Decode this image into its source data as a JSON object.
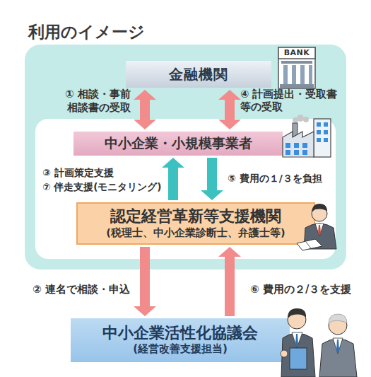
{
  "diagram": {
    "title": "利用のイメージ",
    "nodes": [
      {
        "text": [
          "金融機関"
        ]
      },
      {
        "text": [
          "中小企業・小規模事業者"
        ]
      },
      {
        "text": [
          "認定経営革新等支援機関",
          "(税理士、中小企業診断士、弁護士等)"
        ]
      },
      {
        "text": [
          "中小企業活性化協議会",
          "(経営改善支援担当)"
        ]
      }
    ],
    "edges": [
      {
        "from": 0,
        "to": 1,
        "arrow": "both",
        "label": "① 相談・事前 相談書の受取"
      },
      {
        "from": 0,
        "to": 1,
        "arrow": "both",
        "label": "④ 計画提出・受取書 等の受取"
      },
      {
        "from": 2,
        "to": 1,
        "arrow": "to",
        "label": "③ 計画策定支援"
      },
      {
        "from": 1,
        "to": 2,
        "arrow": "to",
        "label": "⑤ 費用の１/３を負担"
      },
      {
        "from": 2,
        "to": 3,
        "arrow": "to",
        "label": "② 連名で相談・申込"
      },
      {
        "from": 3,
        "to": 2,
        "arrow": "to",
        "label": "⑥ 費用の２/３を支援"
      }
    ],
    "labels": [
      "BANK",
      "⑦ 伴走支援(モニタリング)"
    ]
  }
}
